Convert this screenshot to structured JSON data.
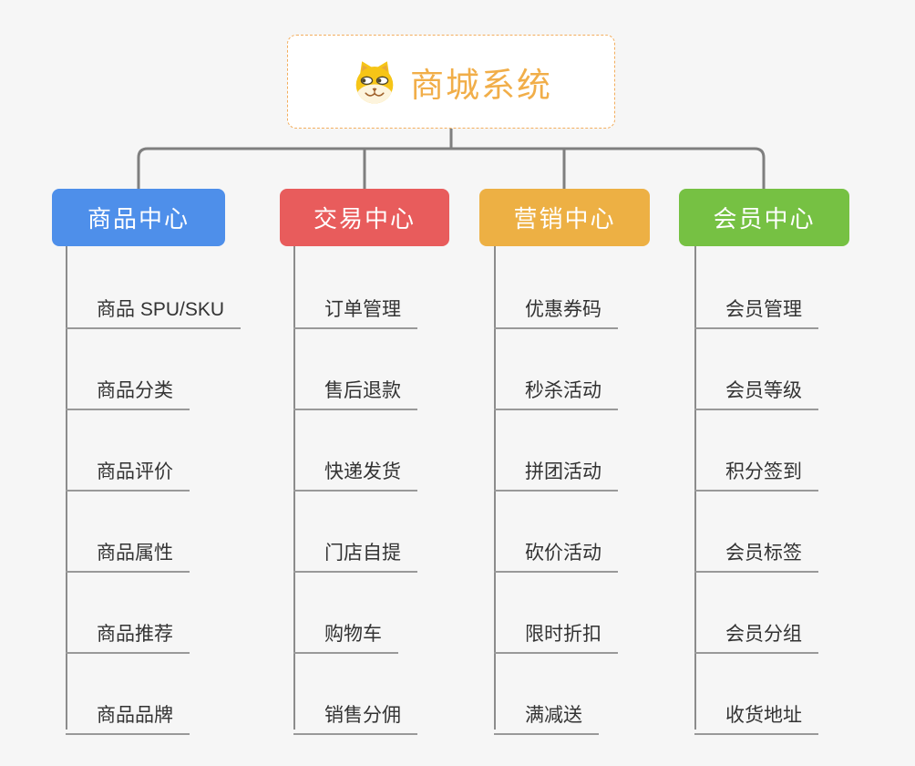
{
  "root": {
    "title": "商城系统",
    "icon": "dog-face-icon",
    "title_color": "#f1ae49",
    "border_color": "#f3ae5e"
  },
  "branches": [
    {
      "label": "商品中心",
      "color": "#4e8fea",
      "children": [
        "商品 SPU/SKU",
        "商品分类",
        "商品评价",
        "商品属性",
        "商品推荐",
        "商品品牌"
      ]
    },
    {
      "label": "交易中心",
      "color": "#e85c5c",
      "children": [
        "订单管理",
        "售后退款",
        "快递发货",
        "门店自提",
        "购物车",
        "销售分佣"
      ]
    },
    {
      "label": "营销中心",
      "color": "#edb044",
      "children": [
        "优惠券码",
        "秒杀活动",
        "拼团活动",
        "砍价活动",
        "限时折扣",
        "满减送"
      ]
    },
    {
      "label": "会员中心",
      "color": "#76c143",
      "children": [
        "会员管理",
        "会员等级",
        "积分签到",
        "会员标签",
        "会员分组",
        "收货地址"
      ]
    }
  ],
  "colors": {
    "background": "#f6f6f6",
    "connector": "#7f7f7f",
    "trunk": "#8c8c8c",
    "leaf_line": "#999999",
    "leaf_text": "#333333",
    "branch_text": "#ffffff"
  }
}
